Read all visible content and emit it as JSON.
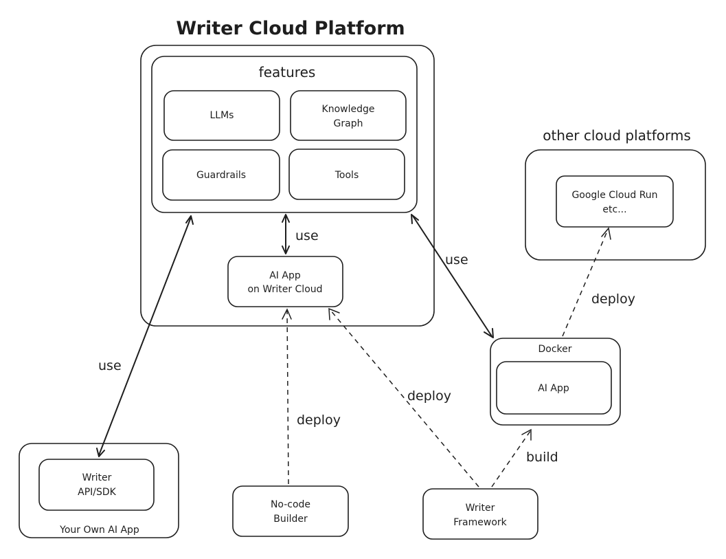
{
  "title": "Writer Cloud Platform",
  "features": {
    "heading": "features",
    "items": {
      "llms": "LLMs",
      "knowledge_graph": [
        "Knowledge",
        "Graph"
      ],
      "guardrails": "Guardrails",
      "tools": "Tools"
    }
  },
  "ai_app_writer_cloud": [
    "AI App",
    "on Writer Cloud"
  ],
  "other_cloud": {
    "heading": "other cloud platforms",
    "inner": [
      "Google Cloud Run",
      "etc..."
    ]
  },
  "docker": {
    "label": "Docker",
    "inner": "AI App"
  },
  "your_own_app": {
    "inner": [
      "Writer",
      "API/SDK"
    ],
    "label": "Your Own AI App"
  },
  "no_code_builder": [
    "No-code",
    "Builder"
  ],
  "writer_framework": [
    "Writer",
    "Framework"
  ],
  "edges": {
    "use_center": "use",
    "use_right": "use",
    "use_left": "use",
    "deploy_builder": "deploy",
    "deploy_framework": "deploy",
    "deploy_cloud": "deploy",
    "build": "build"
  }
}
